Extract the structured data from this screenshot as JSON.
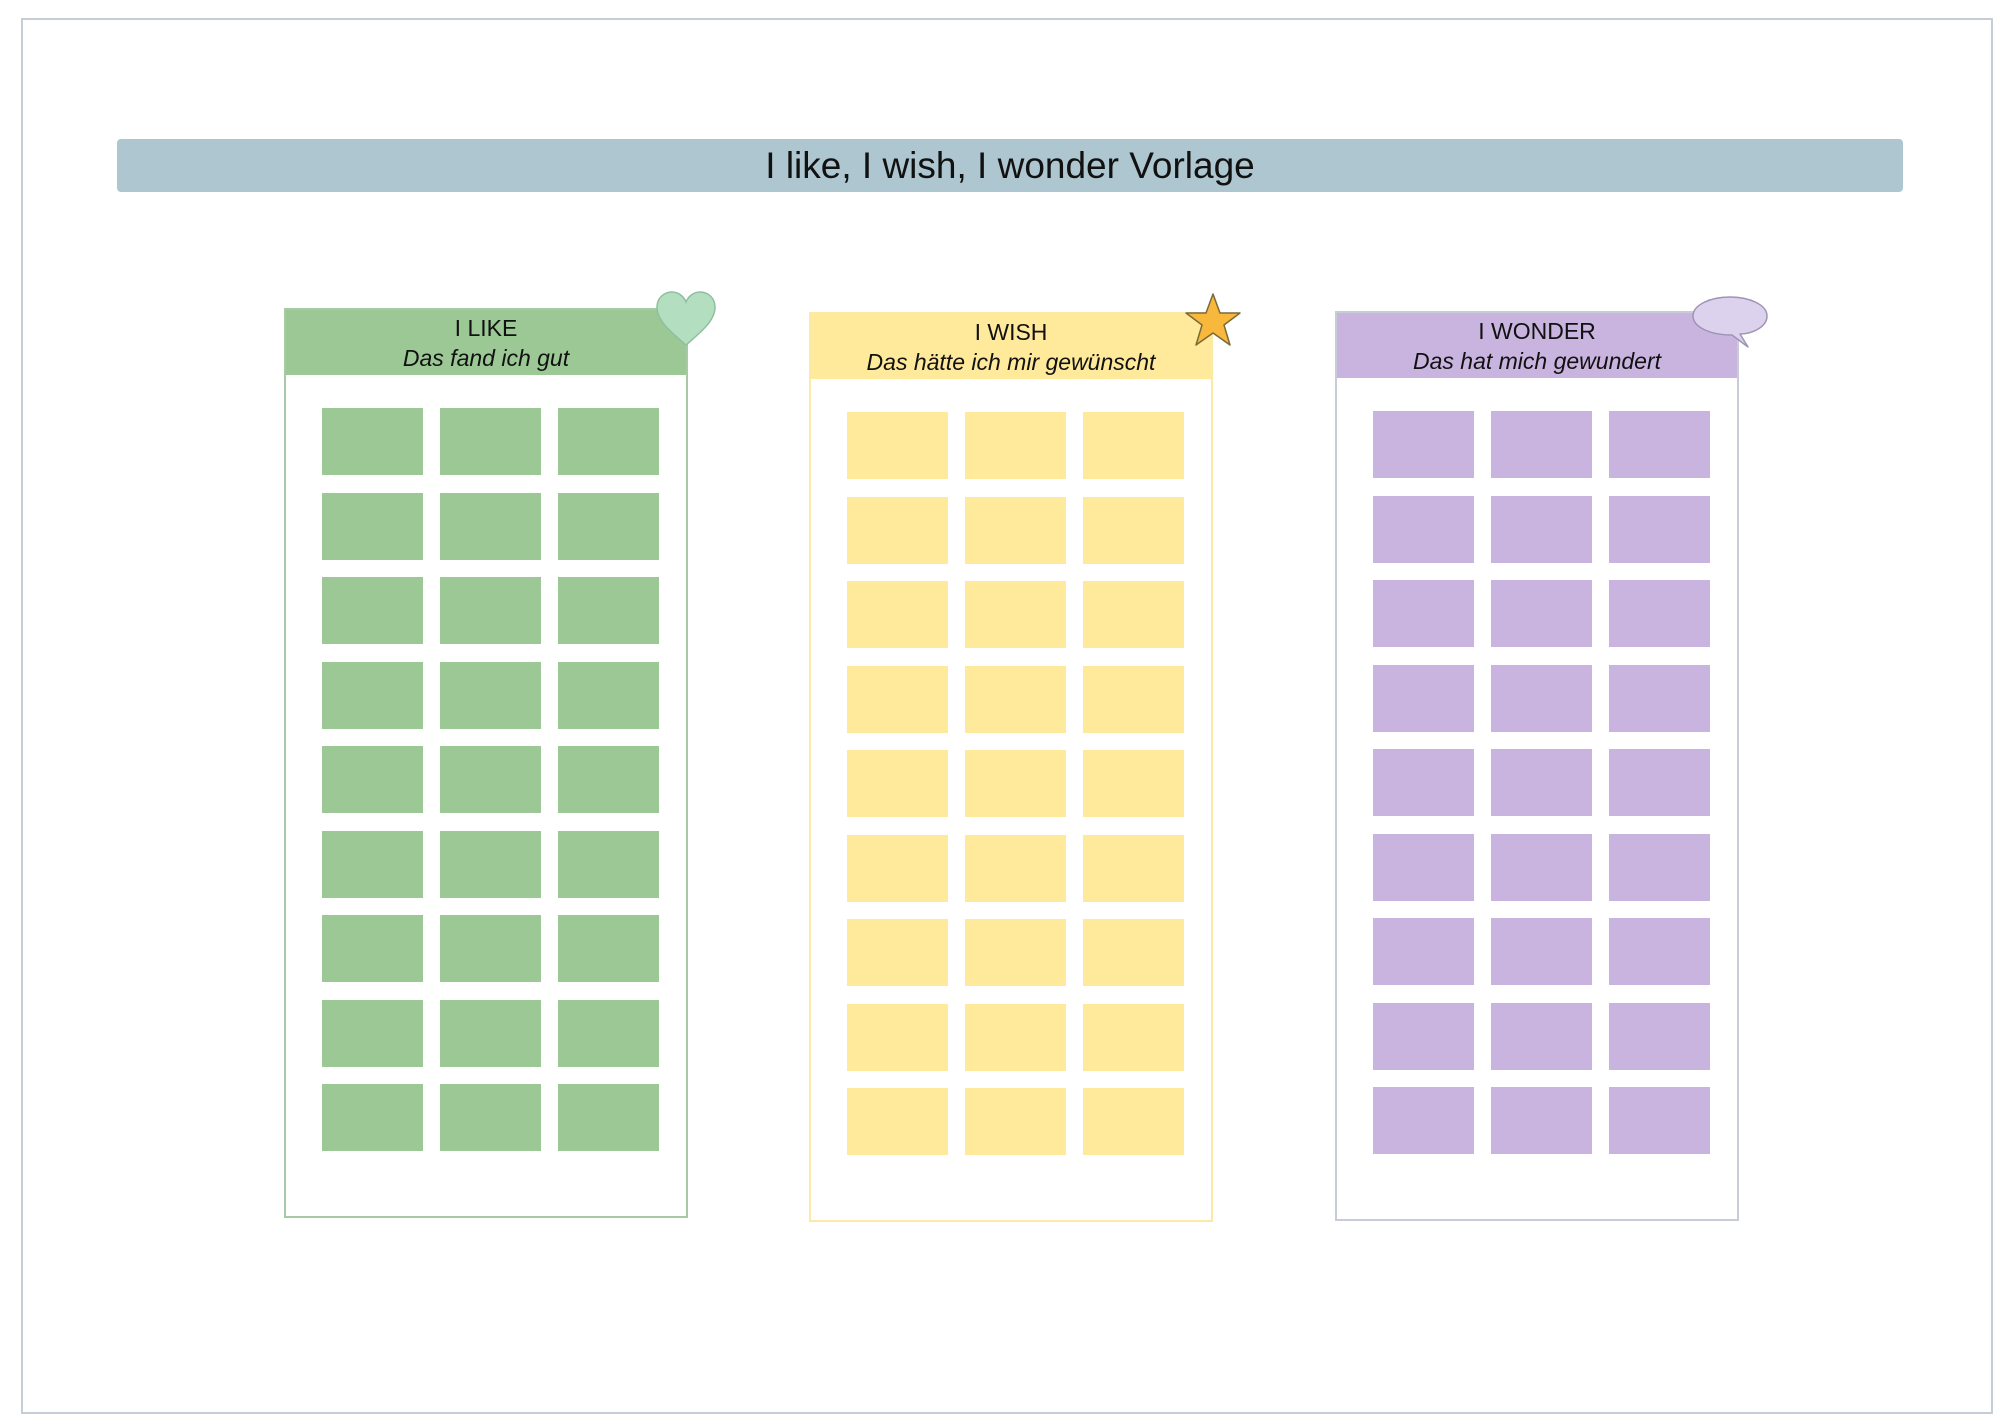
{
  "title": "I like, I wish, I wonder Vorlage",
  "colors": {
    "title_bar": "#adc6cf",
    "like": "#9bc894",
    "wish": "#ffe99a",
    "wonder": "#c9b4e0",
    "heart_icon": "#b3dfc0",
    "star_icon": "#f8b83c",
    "speech_icon": "#ddd2ee"
  },
  "columns": [
    {
      "key": "like",
      "title": "I LIKE",
      "subtitle": "Das fand ich gut",
      "icon": "heart-icon",
      "card_rows": 9,
      "card_cols": 3
    },
    {
      "key": "wish",
      "title": "I WISH",
      "subtitle": "Das hätte ich mir gewünscht",
      "icon": "star-icon",
      "card_rows": 9,
      "card_cols": 3
    },
    {
      "key": "wonder",
      "title": "I WONDER",
      "subtitle": "Das hat mich gewundert",
      "icon": "speech-bubble-icon",
      "card_rows": 9,
      "card_cols": 3
    }
  ]
}
